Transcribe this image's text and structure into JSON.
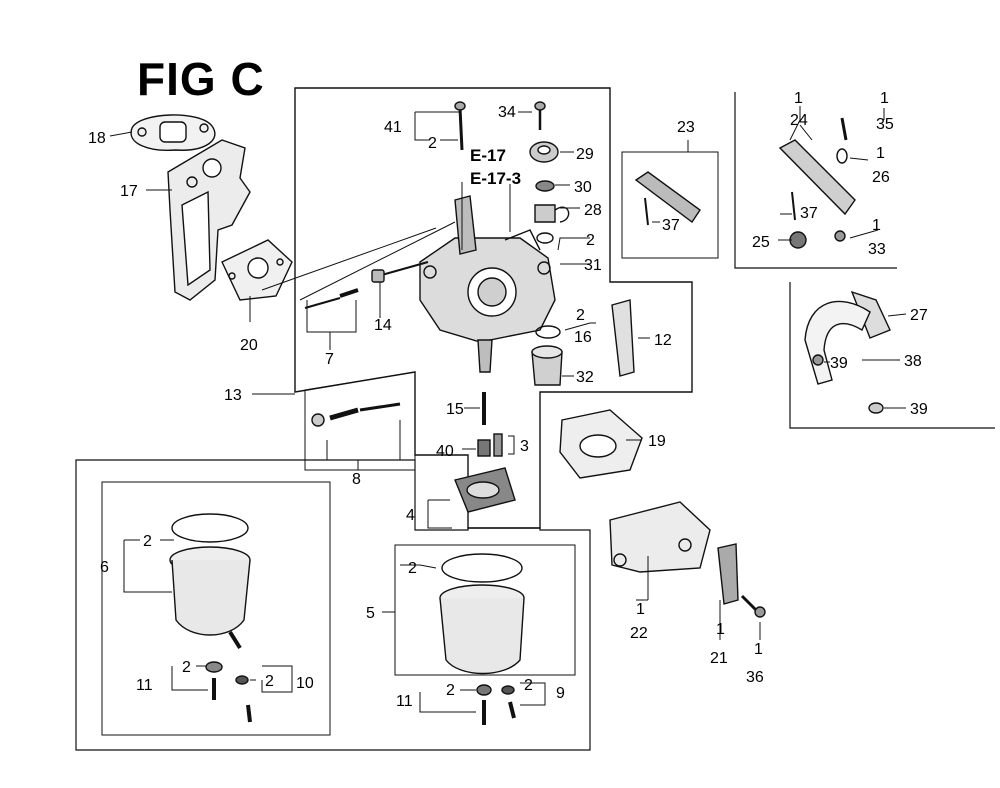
{
  "figure": {
    "title": "FIG C"
  },
  "references": [
    "E-17",
    "E-17-3"
  ],
  "labels": {
    "p1": "1",
    "p2": "2",
    "p3": "3",
    "p4": "4",
    "p5": "5",
    "p6": "6",
    "p7": "7",
    "p8": "8",
    "p9": "9",
    "p10": "10",
    "p11": "11",
    "p12": "12",
    "p13": "13",
    "p14": "14",
    "p15": "15",
    "p16": "16",
    "p17": "17",
    "p18": "18",
    "p19": "19",
    "p20": "20",
    "p21": "21",
    "p22": "22",
    "p23": "23",
    "p24": "24",
    "p25": "25",
    "p26": "26",
    "p27": "27",
    "p28": "28",
    "p29": "29",
    "p30": "30",
    "p31": "31",
    "p32": "32",
    "p33": "33",
    "p34": "34",
    "p35": "35",
    "p36": "36",
    "p37": "37",
    "p38": "38",
    "p39": "39",
    "p40": "40",
    "p41": "41"
  },
  "colors": {
    "line": "#111111",
    "part_fill": "#e6e6e6",
    "part_dark": "#8a8a8a"
  }
}
